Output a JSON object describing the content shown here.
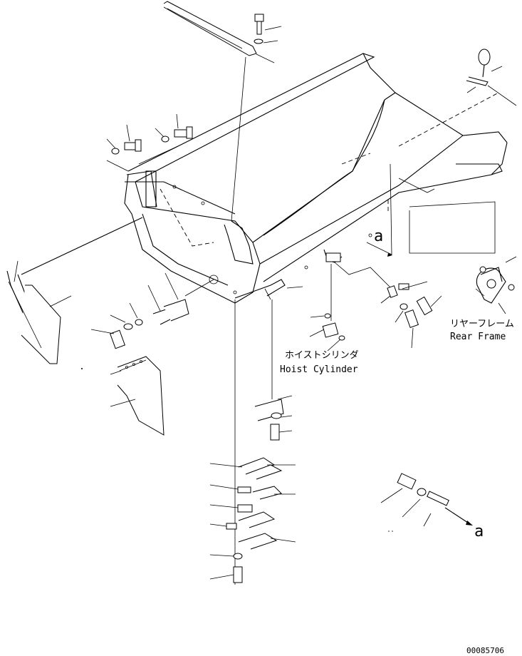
{
  "labels": {
    "rear_frame_jp": "リヤーフレーム",
    "rear_frame_en": "Rear Frame",
    "hoist_cylinder_jp": "ホイストシリンダ",
    "hoist_cylinder_en": "Hoist Cylinder",
    "view_ref_a_upper": "a",
    "view_ref_a_lower": "a",
    "drawing_number": "00085706"
  }
}
